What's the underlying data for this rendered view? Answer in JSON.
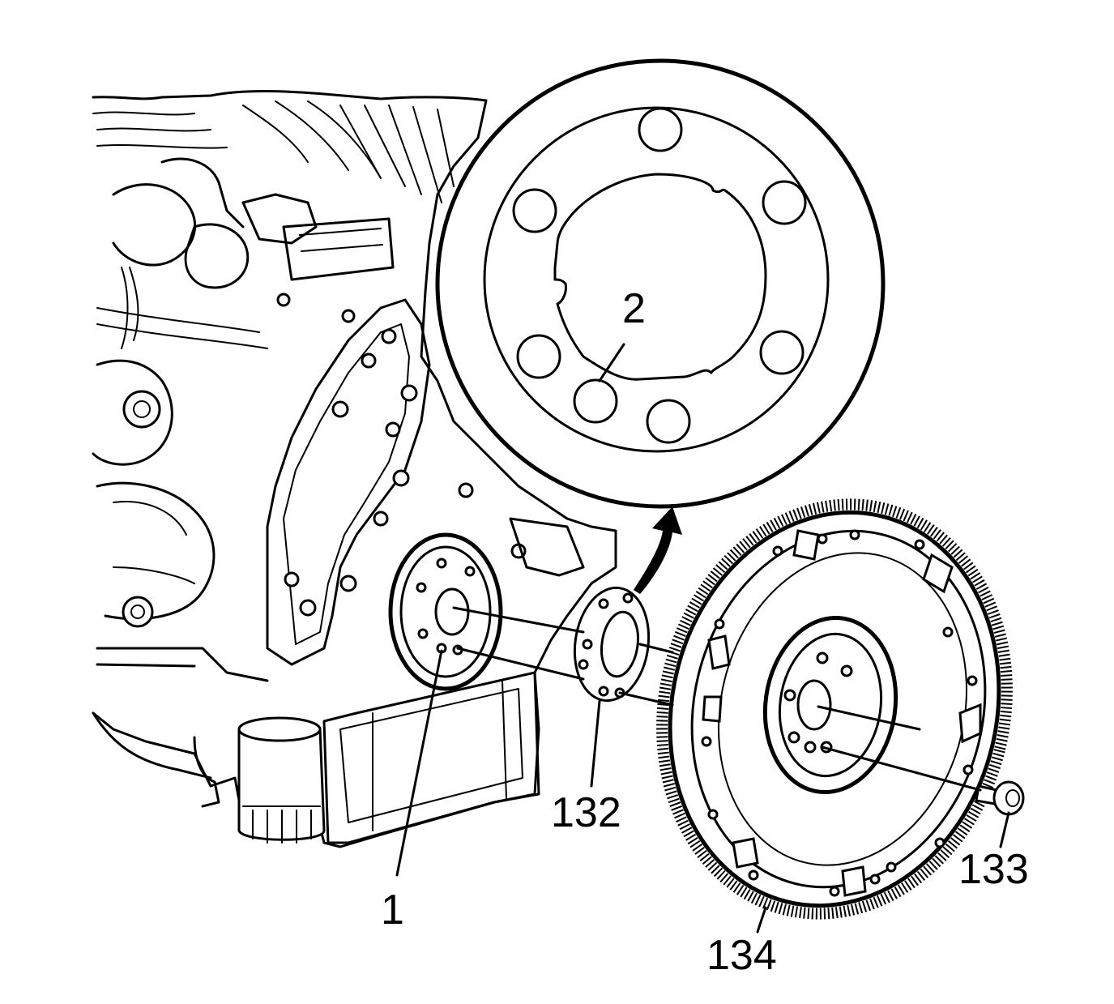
{
  "callouts": {
    "crankshaft_flange": "1",
    "alignment_hole": "2",
    "spacer": "132",
    "bolt": "133",
    "flywheel": "134"
  },
  "colors": {
    "line": "#000000",
    "background": "#ffffff"
  }
}
